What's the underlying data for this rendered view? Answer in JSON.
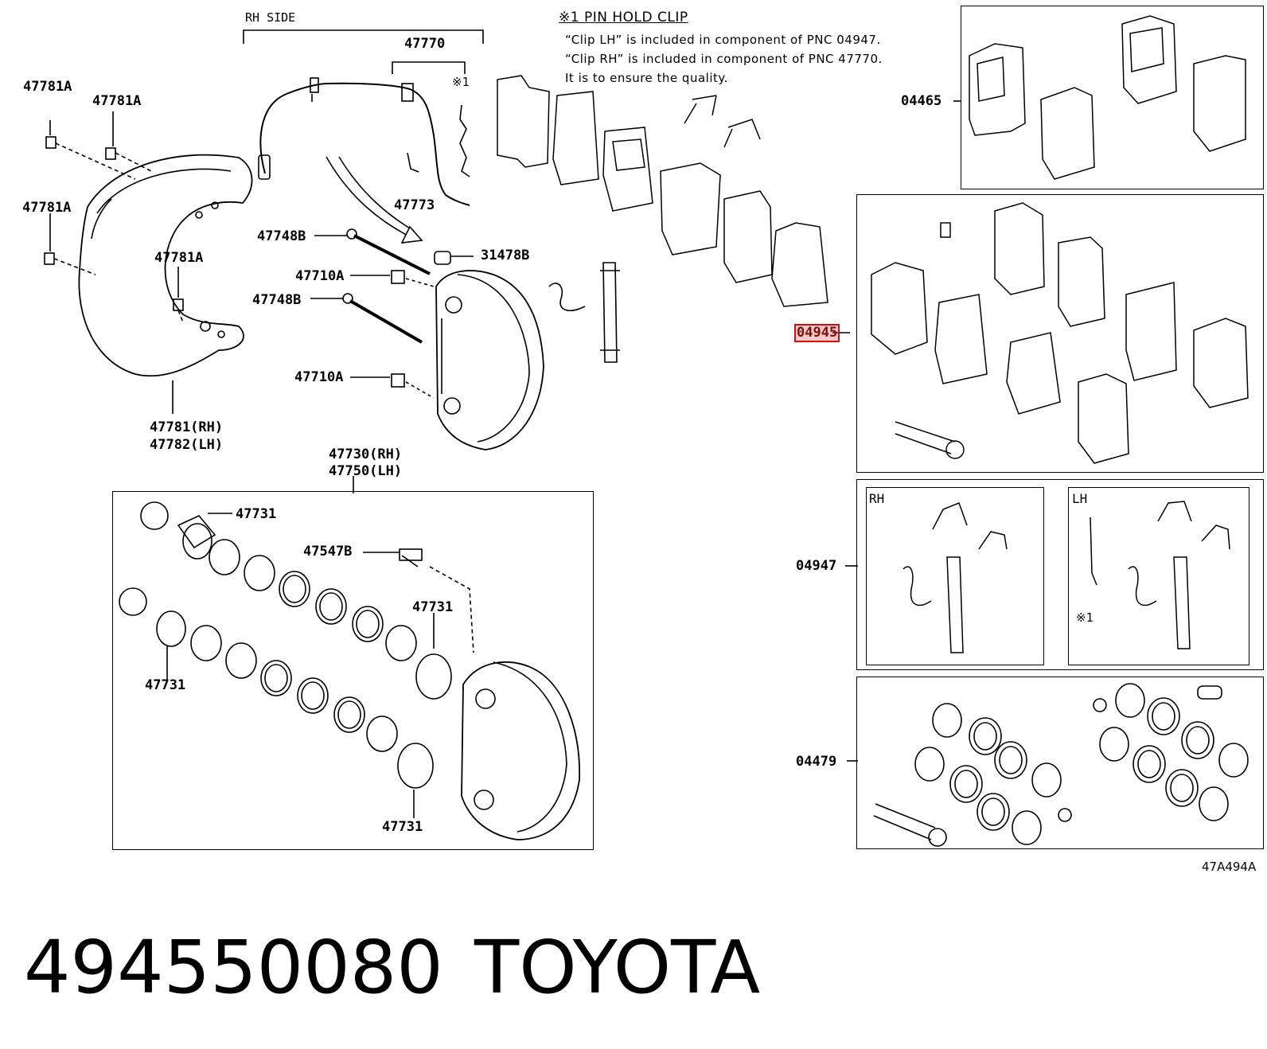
{
  "diagram": {
    "rh_side": "RH SIDE",
    "note": {
      "title": "※1 PIN HOLD CLIP",
      "line1": "“Clip LH” is included in component of PNC 04947.",
      "line2": "“Clip RH” is included in component of PNC 47770.",
      "line3": "It is to ensure the quality."
    },
    "labels": {
      "a47770": "47770",
      "mark_top": "※1",
      "a47773": "47773",
      "a47781A_1": "47781A",
      "a47781A_2": "47781A",
      "a47781A_3": "47781A",
      "a47781A_4": "47781A",
      "a47748B_1": "47748B",
      "a47748B_2": "47748B",
      "a31478B": "31478B",
      "a47710A_1": "47710A",
      "a47710A_2": "47710A",
      "a47781_rh": "47781(RH)",
      "a47782_lh": "47782(LH)",
      "a47730_rh": "47730(RH)",
      "a47750_lh": "47750(LH)",
      "a47731_1": "47731",
      "a47731_2": "47731",
      "a47731_3": "47731",
      "a47731_4": "47731",
      "a47547B": "47547B",
      "a04465": "04465",
      "a04945": "04945",
      "a04947": "04947",
      "a04479": "04479",
      "box_rh": "RH",
      "box_lh": "LH",
      "mark_lh": "※1",
      "drawing_code": "47A494A"
    }
  },
  "footer": {
    "part_number": "494550080",
    "brand": "TOYOTA"
  }
}
